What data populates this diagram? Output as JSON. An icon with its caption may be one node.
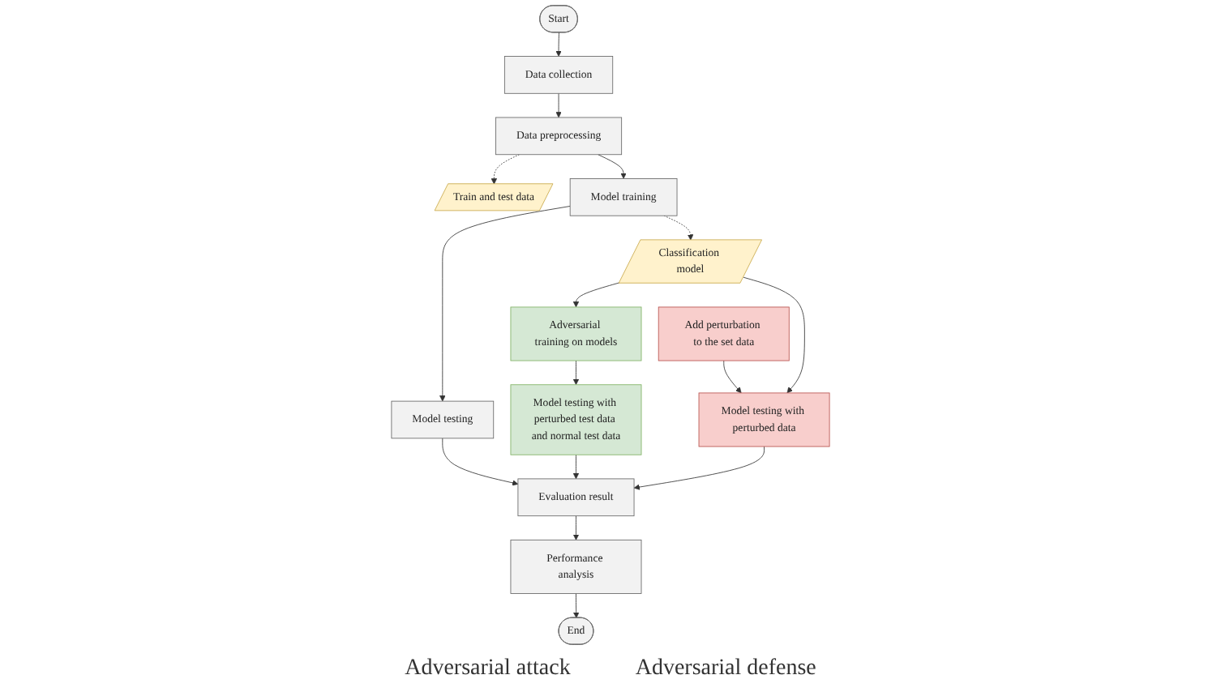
{
  "diagram": {
    "nodes": [
      {
        "text": [
          "Start"
        ]
      },
      {
        "text": [
          "Data collection"
        ]
      },
      {
        "text": [
          "Data preprocessing"
        ]
      },
      {
        "text": [
          "Train and test data"
        ]
      },
      {
        "text": [
          "Model training"
        ]
      },
      {
        "text": [
          "Model testing"
        ]
      },
      {
        "text": [
          "Evaluation result"
        ]
      },
      {
        "text": [
          "Performance analysis"
        ]
      },
      {
        "text": [
          "End"
        ]
      },
      {
        "text": [
          "Classification model"
        ]
      },
      {
        "text": [
          "Add perturbation to the set data"
        ]
      },
      {
        "text": [
          "Model testing with perturbed data"
        ]
      },
      {
        "text": [
          "Adversarial training on models"
        ]
      },
      {
        "text": [
          "Model testing with perturbed test data and normal test data"
        ]
      }
    ],
    "edges": [
      {
        "from": 0,
        "to": 1,
        "arrow": "to"
      },
      {
        "from": 1,
        "to": 2,
        "arrow": "to"
      },
      {
        "from": 2,
        "to": 3,
        "arrow": "to",
        "style": "dashed"
      },
      {
        "from": 2,
        "to": 4,
        "arrow": "to"
      },
      {
        "from": 4,
        "to": 5,
        "arrow": "to"
      },
      {
        "from": 5,
        "to": 6,
        "arrow": "to"
      },
      {
        "from": 6,
        "to": 7,
        "arrow": "to"
      },
      {
        "from": 7,
        "to": 8,
        "arrow": "to"
      },
      {
        "from": 4,
        "to": 9,
        "arrow": "to",
        "style": "dashed"
      },
      {
        "from": 10,
        "to": 11,
        "arrow": "to"
      },
      {
        "from": 9,
        "to": 11,
        "arrow": "to"
      },
      {
        "from": 9,
        "to": 12,
        "arrow": "to"
      },
      {
        "from": 12,
        "to": 13,
        "arrow": "to"
      },
      {
        "from": 13,
        "to": 6,
        "arrow": "to"
      },
      {
        "from": 11,
        "to": 6,
        "arrow": "to"
      }
    ],
    "labels": [
      "Adversarial attack",
      "Adversarial defense"
    ]
  }
}
